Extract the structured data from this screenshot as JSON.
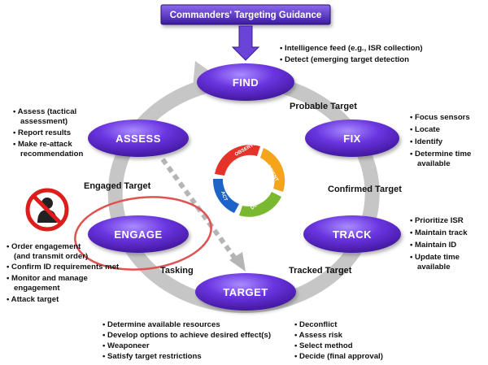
{
  "colors": {
    "node_purple": "#5a22c8",
    "node_purple_light": "#8a5cf0",
    "ring_gray": "#c6c6c6",
    "highlight_red": "#e05252",
    "dashed_arrow": "#b5b5b5",
    "ooda_observe": "#e5332a",
    "ooda_orient": "#f4a51c",
    "ooda_decide": "#7ab92f",
    "ooda_act": "#1d63c8"
  },
  "guidance": {
    "label": "Commanders' Targeting Guidance"
  },
  "nodes": {
    "find": "FIND",
    "fix": "FIX",
    "track": "TRACK",
    "target": "TARGET",
    "engage": "ENGAGE",
    "assess": "ASSESS"
  },
  "edge_labels": {
    "probable_target": "Probable Target",
    "confirmed_target": "Confirmed Target",
    "tracked_target": "Tracked Target",
    "tasking": "Tasking",
    "engaged_target": "Engaged Target"
  },
  "ooda": {
    "observe": "OBSERVE",
    "orient": "ORIENT",
    "decide": "DECIDE",
    "act": "ACT"
  },
  "bullets": {
    "find": [
      "Intelligence feed (e.g., ISR collection)",
      "Detect (emerging target detection"
    ],
    "fix": [
      "Focus sensors",
      "Locate",
      "Identify",
      "Determine time",
      "available"
    ],
    "track": [
      "Prioritize ISR",
      "Maintain track",
      "Maintain ID",
      "Update time",
      "available"
    ],
    "target_left": [
      "Determine available resources",
      "Develop options to achieve desired effect(s)",
      "Weaponeer",
      "Satisfy target restrictions"
    ],
    "target_right": [
      "Deconflict",
      "Assess risk",
      "Select method",
      "Decide (final approval)"
    ],
    "engage": [
      "Order engagement",
      "(and transmit order)",
      "Confirm ID requirements met",
      "Monitor and manage",
      "engagement",
      "Attack target"
    ],
    "assess": [
      "Assess (tactical",
      "assessment)",
      "Report results",
      "Make re-attack",
      "recommendation"
    ]
  },
  "icons": {
    "no_person": "no-person-icon"
  }
}
